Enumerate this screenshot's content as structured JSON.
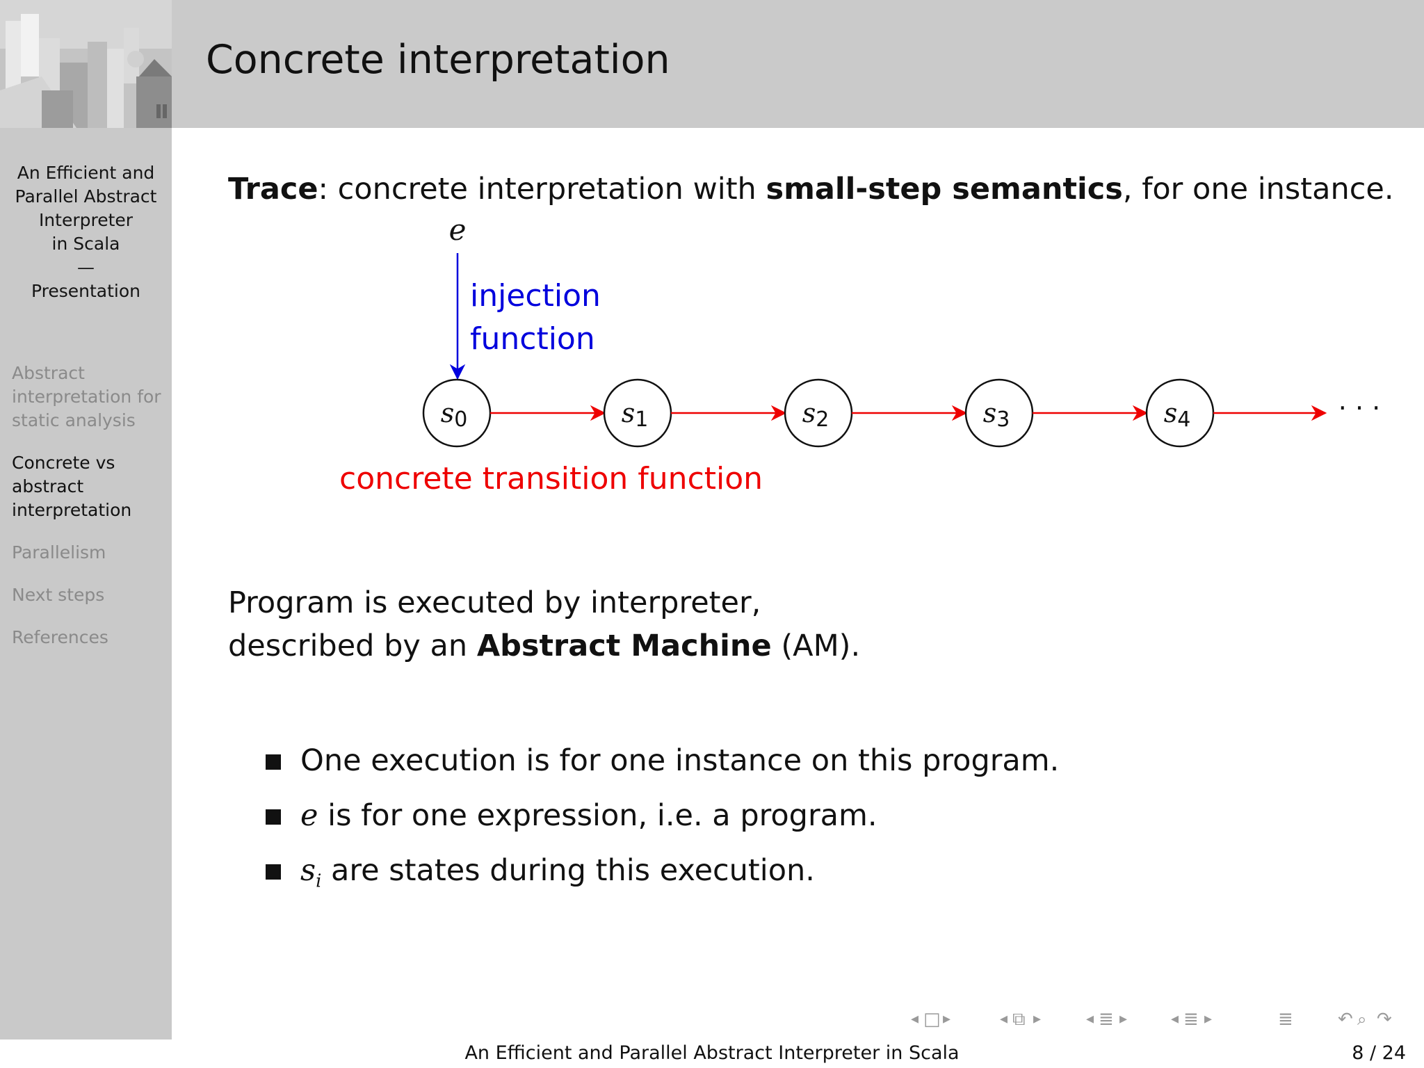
{
  "sidebar": {
    "title_lines": [
      "An Efficient and",
      "Parallel Abstract",
      "Interpreter",
      "in Scala",
      "—",
      "Presentation"
    ],
    "toc": [
      {
        "lines": [
          "Abstract",
          "interpretation for",
          "static analysis"
        ],
        "active": false
      },
      {
        "lines": [
          "Concrete vs",
          "abstract",
          "interpretation"
        ],
        "active": true
      },
      {
        "lines": [
          "Parallelism"
        ],
        "active": false
      },
      {
        "lines": [
          "Next steps"
        ],
        "active": false
      },
      {
        "lines": [
          "References"
        ],
        "active": false
      }
    ]
  },
  "header": {
    "title": "Concrete interpretation"
  },
  "trace": {
    "label": "Trace",
    "text1": ": concrete interpretation with ",
    "bold": "small-step semantics",
    "text2": ", for one instance."
  },
  "diagram": {
    "expression": "e",
    "injection_label_lines": [
      "injection",
      "function"
    ],
    "states": [
      "s0",
      "s1",
      "s2",
      "s3",
      "s4"
    ],
    "state_letter": "s",
    "state_indices": [
      "0",
      "1",
      "2",
      "3",
      "4"
    ],
    "ellipsis": "· · ·",
    "transition_label": "concrete transition function",
    "colors": {
      "injection": "#0000dd",
      "transition": "#ee0000"
    }
  },
  "program": {
    "line1": "Program is executed by interpreter,",
    "line2_pre": "described by an ",
    "line2_bold": "Abstract Machine",
    "line2_post": " (AM)."
  },
  "bullets": {
    "b1": "One execution is for one instance on this program.",
    "b2_math": "e",
    "b2_text": " is for one expression, i.e.  a program.",
    "b3_math": "s",
    "b3_sub": "i",
    "b3_text": " are states during this execution."
  },
  "footer": {
    "title": "An Efficient and Parallel Abstract Interpreter in Scala",
    "page": "8 / 24"
  }
}
